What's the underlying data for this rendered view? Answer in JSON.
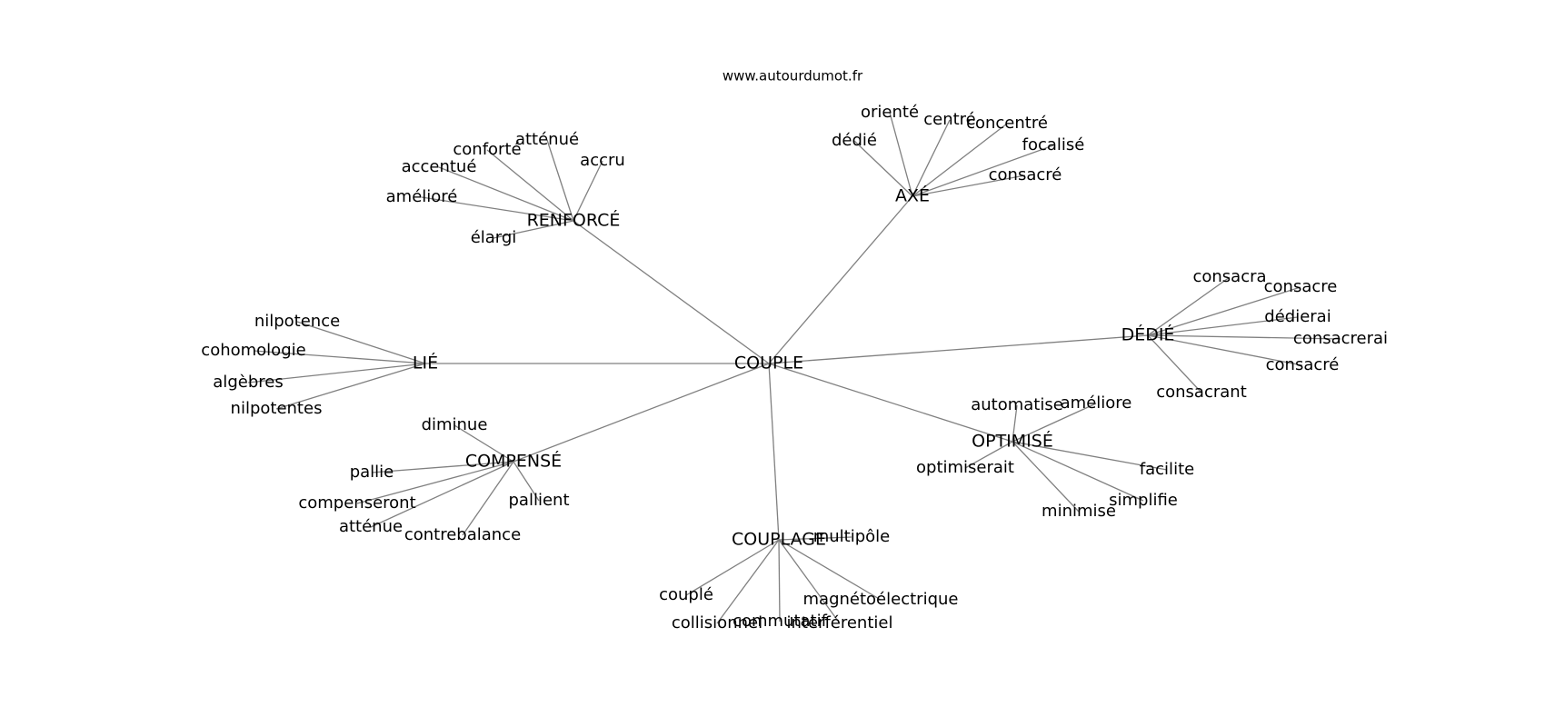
{
  "source_label": "www.autourdumot.fr",
  "center": {
    "label": "COUPLE"
  },
  "clusters": [
    {
      "label": "RENFORCÉ",
      "words": [
        "atténué",
        "conforté",
        "accentué",
        "accru",
        "amélioré",
        "élargi"
      ]
    },
    {
      "label": "AXÉ",
      "words": [
        "orienté",
        "centré",
        "concentré",
        "dédié",
        "focalisé",
        "consacré"
      ]
    },
    {
      "label": "DÉDIÉ",
      "words": [
        "consacra",
        "consacre",
        "dédierai",
        "consacrerai",
        "consacré",
        "consacrant"
      ]
    },
    {
      "label": "LIÉ",
      "words": [
        "nilpotence",
        "cohomologie",
        "algèbres",
        "nilpotentes"
      ]
    },
    {
      "label": "OPTIMISÉ",
      "words": [
        "automatise",
        "améliore",
        "optimiserait",
        "facilite",
        "simplifie",
        "minimise"
      ]
    },
    {
      "label": "COMPENSÉ",
      "words": [
        "diminue",
        "pallie",
        "compenseront",
        "pallient",
        "atténue",
        "contrebalance"
      ]
    },
    {
      "label": "COUPLAGE",
      "words": [
        "multipôle",
        "couplé",
        "magnétoélectrique",
        "collisionnel",
        "commutatif",
        "interférentiel"
      ]
    }
  ]
}
